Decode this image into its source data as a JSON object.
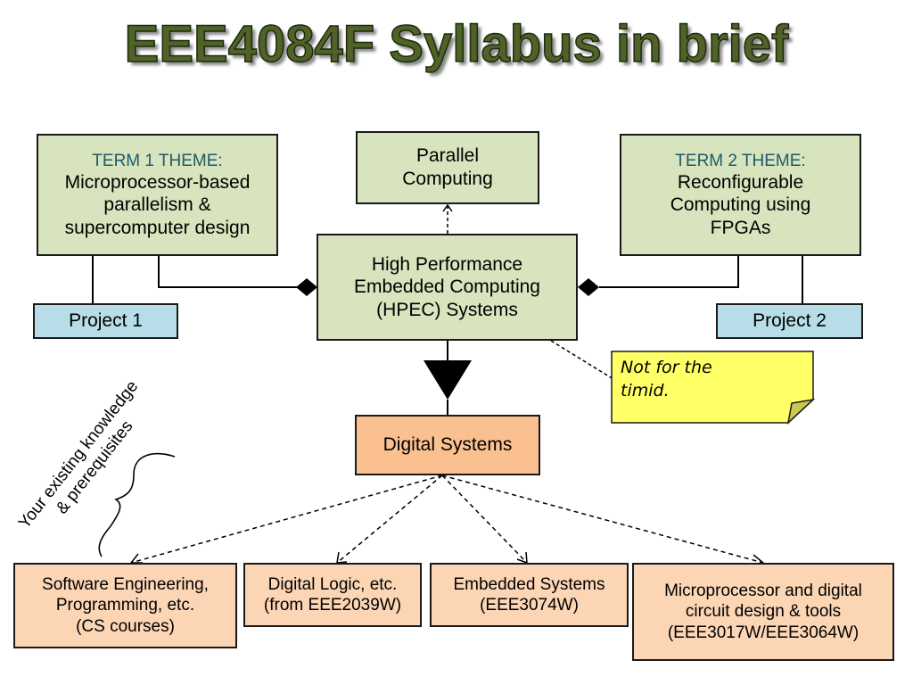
{
  "title": "EEE4084F Syllabus in brief",
  "term1": {
    "label": "TERM 1 THEME:",
    "lines": [
      "Microprocessor-based",
      "parallelism &",
      "supercomputer design"
    ]
  },
  "parallel": {
    "lines": [
      "Parallel",
      "Computing"
    ]
  },
  "term2": {
    "label": "TERM 2 THEME:",
    "lines": [
      "Reconfigurable",
      "Computing using",
      "FPGAs"
    ]
  },
  "project1": "Project 1",
  "project2": "Project 2",
  "hpec": {
    "lines": [
      "High Performance",
      "Embedded Computing",
      "(HPEC) Systems"
    ]
  },
  "note": {
    "lines": [
      "Not for the",
      "timid."
    ]
  },
  "digital_systems": "Digital Systems",
  "side_label": {
    "lines": [
      "Your existing knowledge",
      "& prerequisites"
    ]
  },
  "bottom": [
    {
      "lines": [
        "Software Engineering,",
        "Programming, etc.",
        "(CS courses)"
      ]
    },
    {
      "lines": [
        "Digital Logic, etc.",
        "(from EEE2039W)"
      ]
    },
    {
      "lines": [
        "Embedded Systems",
        "(EEE3074W)"
      ]
    },
    {
      "lines": [
        "Microprocessor and digital",
        "circuit design & tools",
        "(EEE3017W/EEE3064W)"
      ]
    }
  ],
  "colors": {
    "green": "#d7e4bd",
    "blue": "#b7dee8",
    "orange": "#fac090",
    "peach": "#fcd5b5",
    "note": "#ffff66",
    "title": "#4f6228",
    "theme_label": "#215968"
  }
}
